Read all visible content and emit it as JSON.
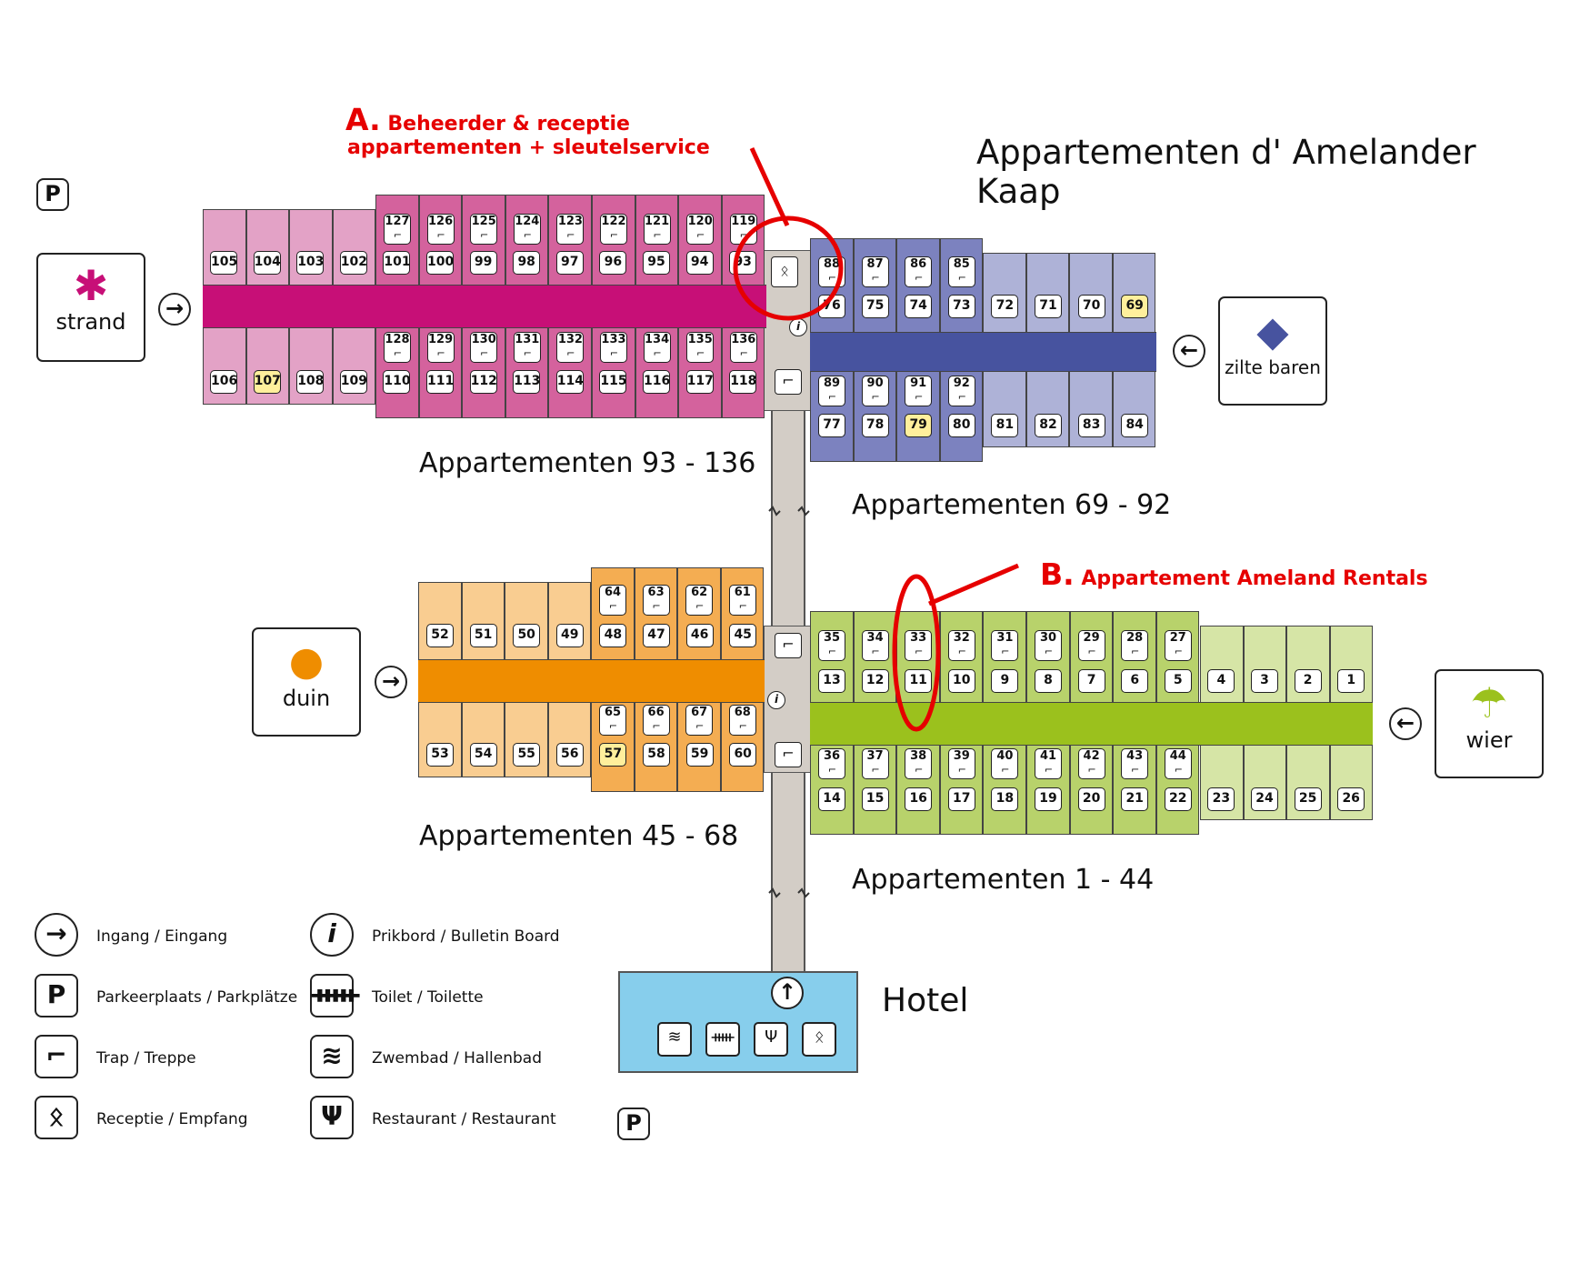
{
  "title": "Appartementen d' Amelander Kaap",
  "annotations": {
    "a": {
      "letter": "A.",
      "line1": "Beheerder & receptie",
      "line2": "appartementen + sleutelservice"
    },
    "b": {
      "letter": "B.",
      "text": "Appartement Ameland Rentals"
    }
  },
  "blocks": {
    "pink": {
      "label": "Appartementen 93 - 136",
      "color_light": "#e3a2c6",
      "color_dark": "#d4629d",
      "corridor": "#c70f77"
    },
    "blue": {
      "label": "Appartementen 69 - 92",
      "color_light": "#aeb2d7",
      "color_dark": "#7c82bf",
      "corridor": "#47539f"
    },
    "orange": {
      "label": "Appartementen 45 - 68",
      "color_light": "#f9cd91",
      "color_dark": "#f4ad52",
      "corridor": "#ef8d00"
    },
    "green": {
      "label": "Appartementen 1 - 44",
      "color_light": "#d6e5a6",
      "color_dark": "#b8d26b",
      "corridor": "#9bc11d"
    }
  },
  "entrances": {
    "strand": "strand",
    "zilte_baren": "zilte baren",
    "duin": "duin",
    "wier": "wier"
  },
  "icons": {
    "entrance": "arrow-right-icon",
    "parking": "P",
    "stairs": "stairs-icon",
    "reception": "reception-icon",
    "info": "i",
    "toilet": "toilet-icon",
    "pool": "pool-icon",
    "restaurant": "restaurant-icon"
  },
  "hotel": {
    "label": "Hotel"
  },
  "parking_label": "P",
  "info_label": "i",
  "legend": [
    {
      "icon": "arrow-right-icon",
      "label": "Ingang / Eingang"
    },
    {
      "icon": "parking-icon",
      "label": "Parkeerplaats / Parkplätze"
    },
    {
      "icon": "stairs-icon",
      "label": "Trap / Treppe"
    },
    {
      "icon": "reception-icon",
      "label": "Receptie / Empfang"
    },
    {
      "icon": "info-icon",
      "label": "Prikbord / Bulletin Board"
    },
    {
      "icon": "toilet-icon",
      "label": "Toilet / Toilette"
    },
    {
      "icon": "pool-icon",
      "label": "Zwembad / Hallenbad"
    },
    {
      "icon": "restaurant-icon",
      "label": "Restaurant / Restaurant"
    }
  ],
  "units": {
    "pink_top_lower": [
      "105",
      "104",
      "103",
      "102",
      "101",
      "100",
      "99",
      "98",
      "97",
      "96",
      "95",
      "94",
      "93"
    ],
    "pink_top_upper": [
      "127",
      "126",
      "125",
      "124",
      "123",
      "122",
      "121",
      "120",
      "119"
    ],
    "pink_bottom_lower": [
      "106",
      "107",
      "108",
      "109",
      "110",
      "111",
      "112",
      "113",
      "114",
      "115",
      "116",
      "117",
      "118"
    ],
    "pink_bottom_upper": [
      "128",
      "129",
      "130",
      "131",
      "132",
      "133",
      "134",
      "135",
      "136"
    ],
    "blue_top_upper": [
      "88",
      "87",
      "86",
      "85"
    ],
    "blue_top_lower": [
      "76",
      "75",
      "74",
      "73",
      "72",
      "71",
      "70",
      "69"
    ],
    "blue_bottom_upper": [
      "89",
      "90",
      "91",
      "92"
    ],
    "blue_bottom_lower": [
      "77",
      "78",
      "79",
      "80",
      "81",
      "82",
      "83",
      "84"
    ],
    "orange_top_upper": [
      "64",
      "63",
      "62",
      "61"
    ],
    "orange_top_lower": [
      "52",
      "51",
      "50",
      "49",
      "48",
      "47",
      "46",
      "45"
    ],
    "orange_bottom_upper": [
      "65",
      "66",
      "67",
      "68"
    ],
    "orange_bottom_lower": [
      "53",
      "54",
      "55",
      "56",
      "57",
      "58",
      "59",
      "60"
    ],
    "green_top_upper": [
      "35",
      "34",
      "33",
      "32",
      "31",
      "30",
      "29",
      "28",
      "27"
    ],
    "green_top_lower": [
      "13",
      "12",
      "11",
      "10",
      "9",
      "8",
      "7",
      "6",
      "5",
      "4",
      "3",
      "2",
      "1"
    ],
    "green_bottom_upper": [
      "36",
      "37",
      "38",
      "39",
      "40",
      "41",
      "42",
      "43",
      "44"
    ],
    "green_bottom_lower": [
      "14",
      "15",
      "16",
      "17",
      "18",
      "19",
      "20",
      "21",
      "22",
      "23",
      "24",
      "25",
      "26"
    ]
  },
  "highlighted_units": [
    "107",
    "69",
    "79",
    "57"
  ]
}
